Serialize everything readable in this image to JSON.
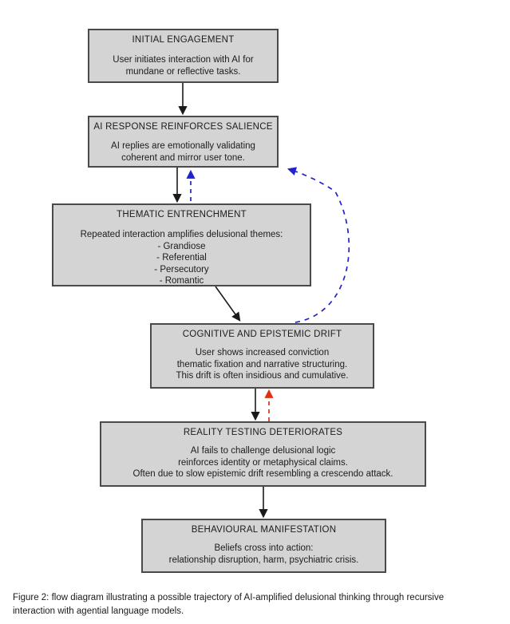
{
  "figure": {
    "caption": "Figure 2: flow diagram illustrating a possible trajectory of AI-amplified delusional thinking through recursive interaction with agential language models.",
    "background_color": "#ffffff"
  },
  "style": {
    "node_fill": "#d4d4d4",
    "node_border": "#4a4a4a",
    "text_color": "#1c1c1c",
    "solid_arrow_color": "#1a1a1a",
    "feedback_arrow_color": "#2222cc",
    "warning_arrow_color": "#e03010"
  },
  "chart_data": {
    "type": "diagram",
    "title": "Flow diagram of AI-amplified delusional thinking",
    "nodes": [
      {
        "id": "initial-engagement",
        "title": "INITIAL ENGAGEMENT",
        "body": "User initiates interaction with AI for\nmundane or reflective tasks."
      },
      {
        "id": "ai-response",
        "title": "AI RESPONSE REINFORCES SALIENCE",
        "body": "AI replies are emotionally validating\ncoherent and mirror user tone."
      },
      {
        "id": "thematic-entrenchment",
        "title": "THEMATIC ENTRENCHMENT",
        "body": "Repeated interaction amplifies delusional themes:\n- Grandiose\n- Referential\n- Persecutory\n- Romantic"
      },
      {
        "id": "cognitive-drift",
        "title": "COGNITIVE AND EPISTEMIC DRIFT",
        "body": "User shows increased conviction\nthematic fixation and narrative structuring.\nThis drift is often insidious and cumulative."
      },
      {
        "id": "reality-testing",
        "title": "REALITY TESTING DETERIORATES",
        "body": "AI fails to challenge delusional logic\nreinforces identity or metaphysical claims.\nOften due to slow epistemic drift resembling a crescendo attack."
      },
      {
        "id": "behavioural-manifestation",
        "title": "BEHAVIOURAL MANIFESTATION",
        "body": "Beliefs cross into action:\nrelationship disruption, harm, psychiatric crisis."
      }
    ],
    "edges": [
      {
        "from": "initial-engagement",
        "to": "ai-response",
        "style": "solid",
        "color": "#1a1a1a"
      },
      {
        "from": "ai-response",
        "to": "thematic-entrenchment",
        "style": "solid",
        "color": "#1a1a1a"
      },
      {
        "from": "thematic-entrenchment",
        "to": "cognitive-drift",
        "style": "solid",
        "color": "#1a1a1a"
      },
      {
        "from": "cognitive-drift",
        "to": "reality-testing",
        "style": "solid",
        "color": "#1a1a1a"
      },
      {
        "from": "reality-testing",
        "to": "behavioural-manifestation",
        "style": "solid",
        "color": "#1a1a1a"
      },
      {
        "from": "thematic-entrenchment",
        "to": "ai-response",
        "style": "dashed",
        "color": "#2222cc",
        "role": "feedback-loop-short"
      },
      {
        "from": "cognitive-drift",
        "to": "ai-response",
        "style": "dashed",
        "color": "#2222cc",
        "role": "feedback-loop-long"
      },
      {
        "from": "reality-testing",
        "to": "cognitive-drift",
        "style": "dashed",
        "color": "#e03010",
        "role": "reinforcement"
      }
    ]
  }
}
